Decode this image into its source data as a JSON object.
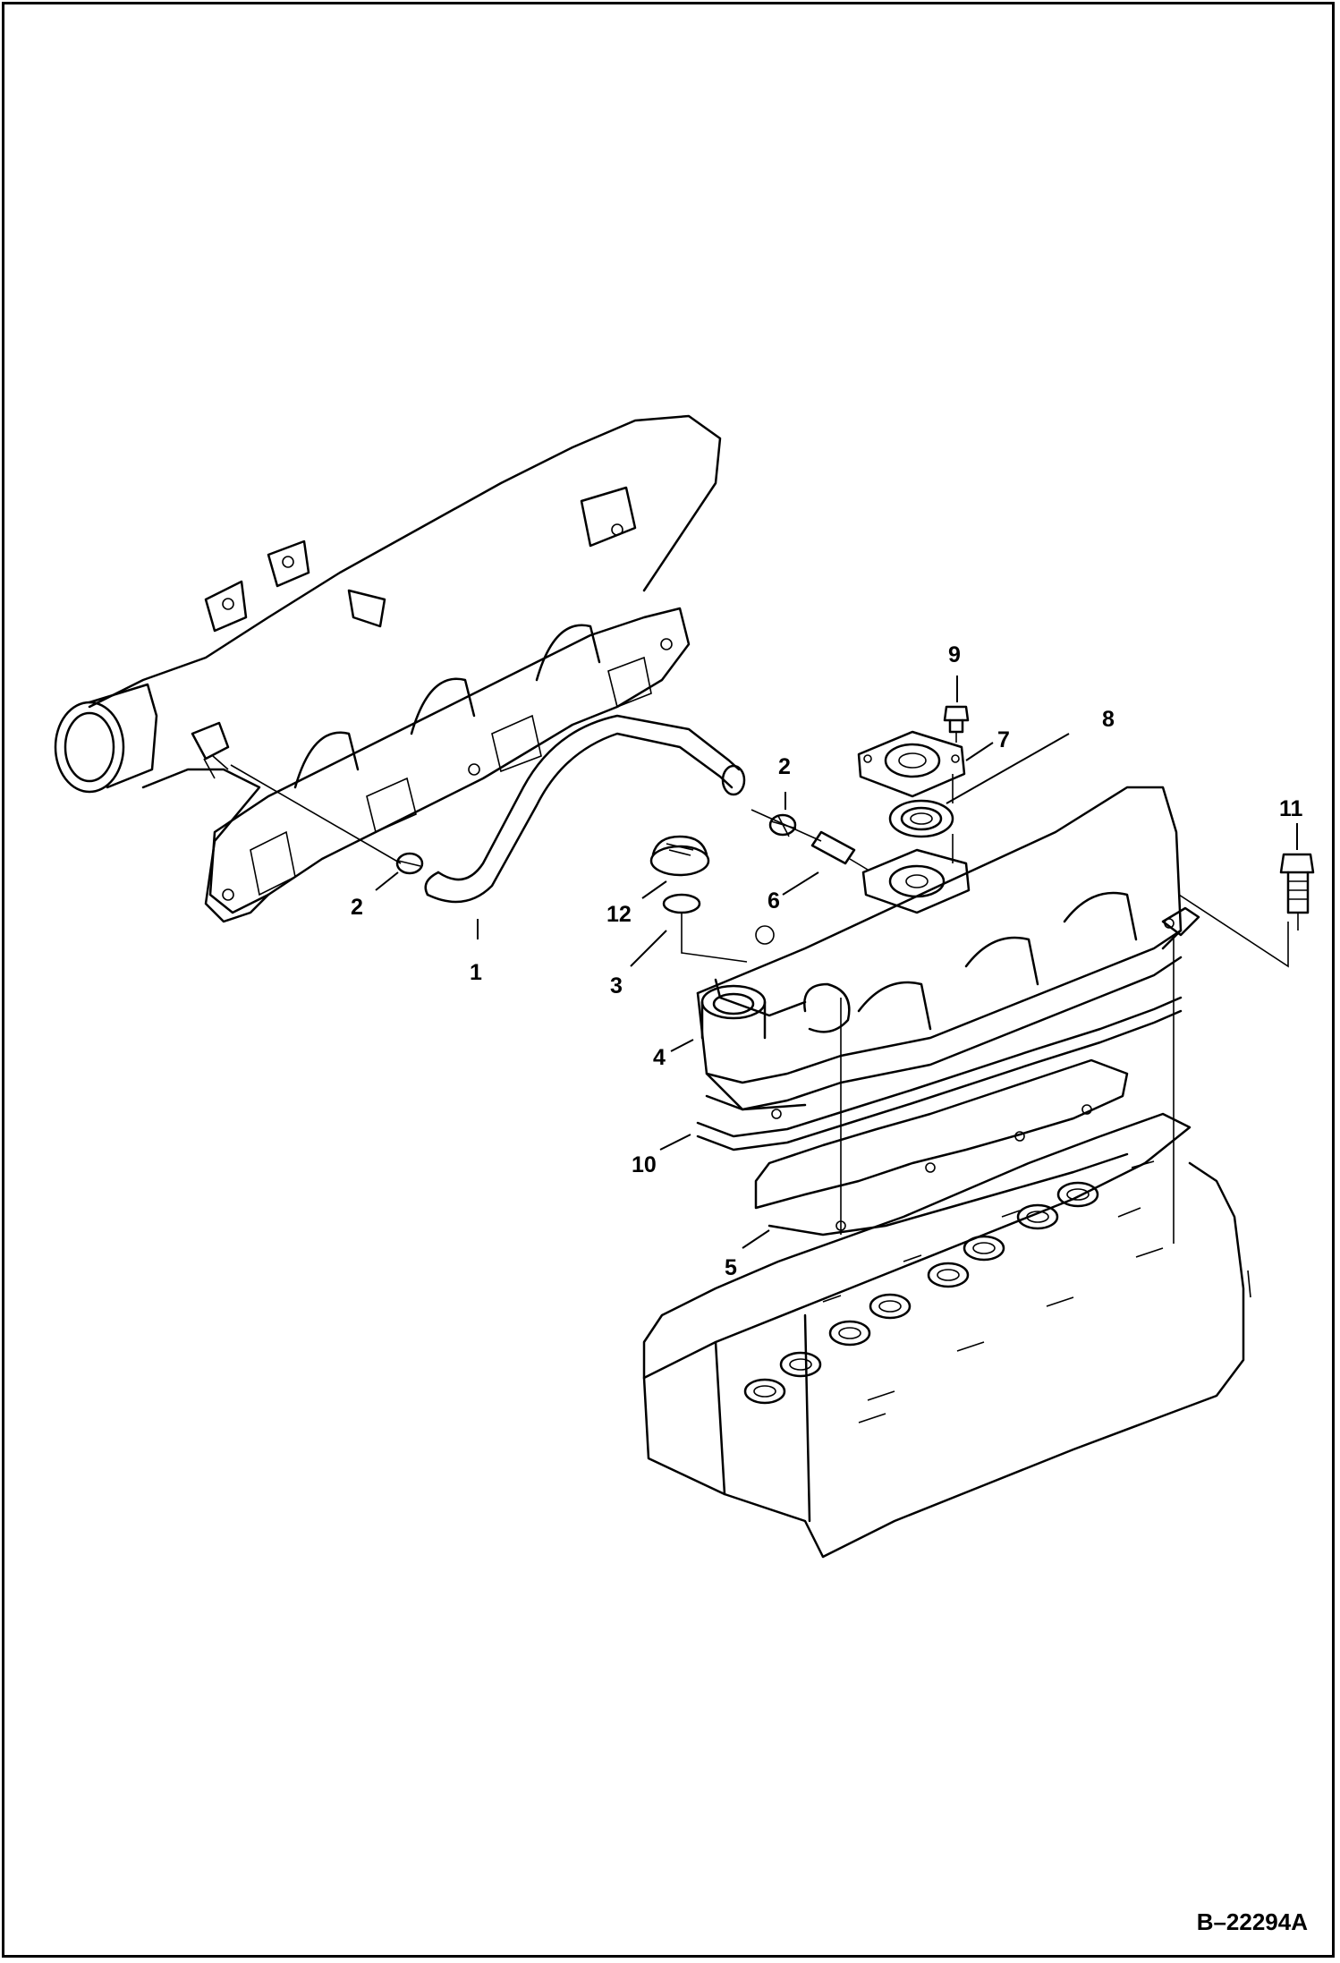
{
  "figure_id": "B–22294A",
  "callouts": {
    "c1": "1",
    "c2a": "2",
    "c2b": "2",
    "c3": "3",
    "c4": "4",
    "c5": "5",
    "c6": "6",
    "c7": "7",
    "c8": "8",
    "c9": "9",
    "c10": "10",
    "c11": "11",
    "c12": "12"
  }
}
